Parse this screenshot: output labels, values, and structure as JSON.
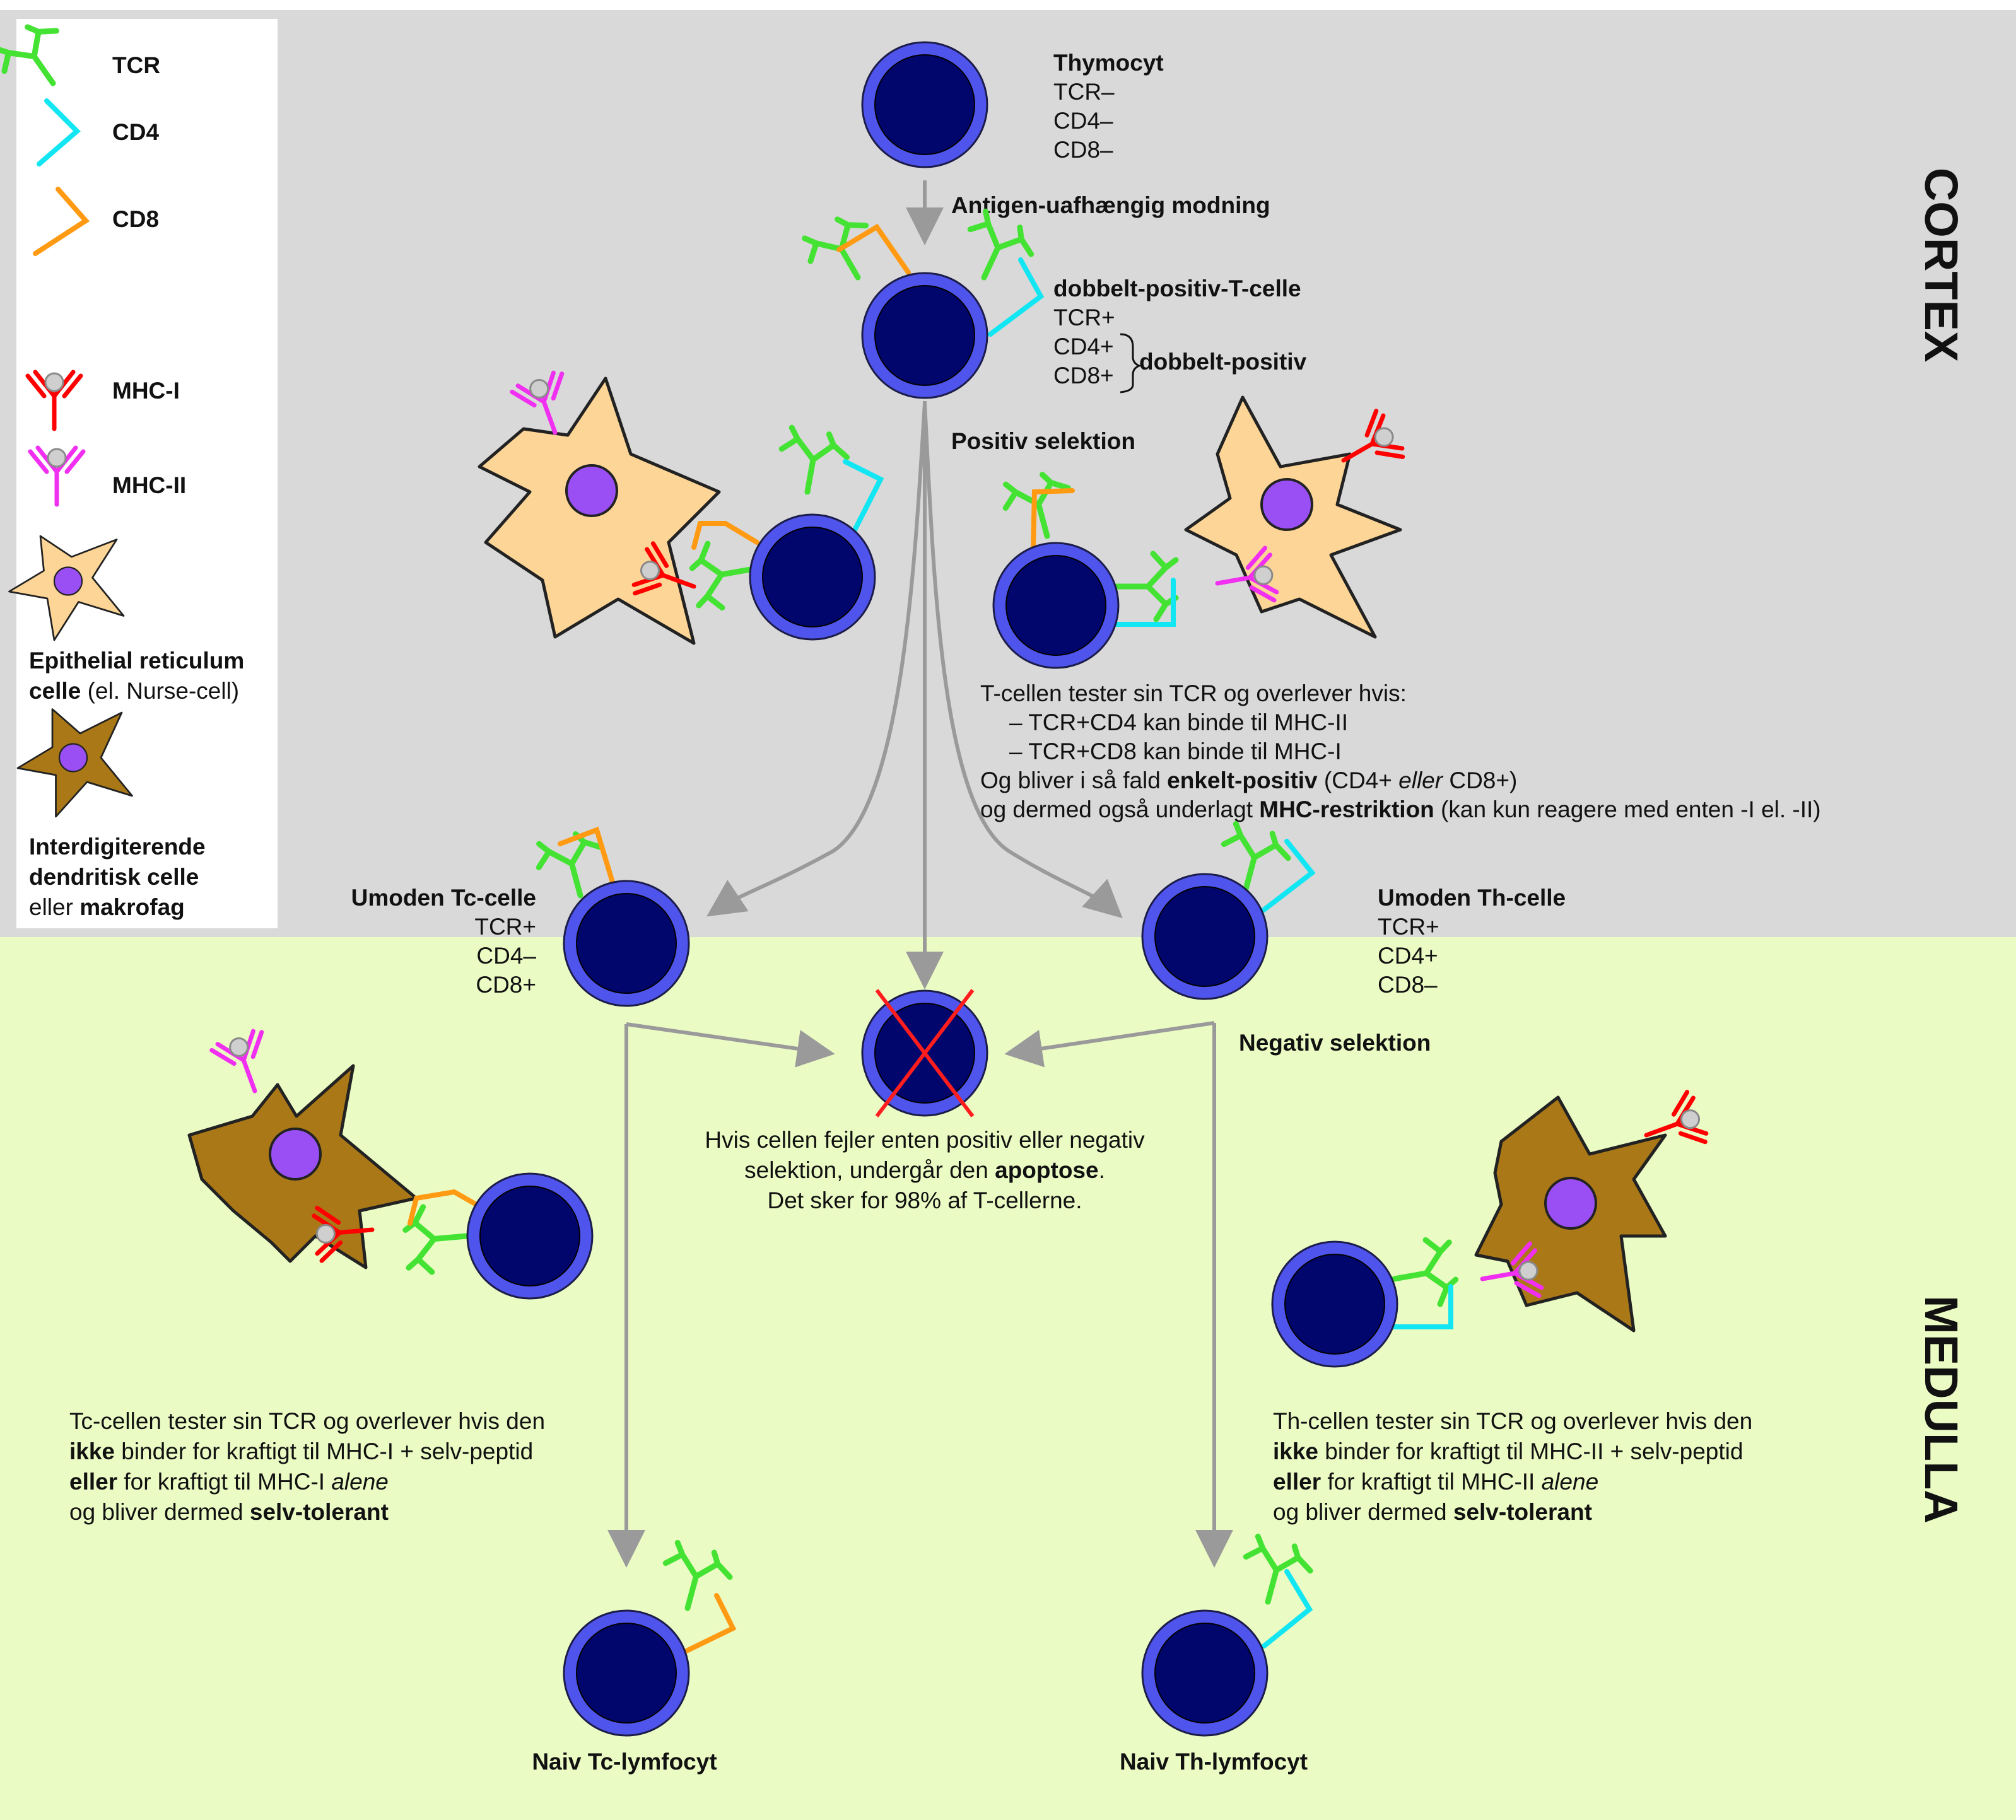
{
  "colors": {
    "cortex_bg": "#d9d9d9",
    "medulla_bg": "#ebfbc4",
    "cell_outer": "#4f55ec",
    "cell_inner": "#00066c",
    "tcr": "#44e333",
    "cd4": "#11e6f2",
    "cd8": "#ff9a12",
    "mhc1": "#ff0000",
    "mhc2": "#f02ff0",
    "epithelial": "#fdd596",
    "dendritic": "#aa7817",
    "nucleus": "#9a4ff5",
    "arrow": "#9a9a9a",
    "x_mark": "#ff1d1d"
  },
  "zones": {
    "cortex": "CORTEX",
    "medulla": "MEDULLA"
  },
  "legend": {
    "tcr": "TCR",
    "cd4": "CD4",
    "cd8": "CD8",
    "mhc1": "MHC-I",
    "mhc2": "MHC-II",
    "epithelial_line1_bold": "Epithelial reticulum",
    "epithelial_line2_bold": "celle",
    "epithelial_line2_rest": " (el. Nurse-cell)",
    "dendritic_line1": "Interdigiterende",
    "dendritic_line2": "dendritisk celle",
    "dendritic_line3_pre": "eller ",
    "dendritic_line3_bold": "makrofag"
  },
  "thymocyte": {
    "title": "Thymocyt",
    "l1": "TCR–",
    "l2": "CD4–",
    "l3": "CD8–"
  },
  "step1": "Antigen-uafhængig modning",
  "double_positive": {
    "title": "dobbelt-positiv-T-celle",
    "l1": "TCR+",
    "l2": "CD4+",
    "l3": "CD8+",
    "brace_label": "dobbelt-positiv"
  },
  "positive_selection": "Positiv selektion",
  "positive_desc": {
    "l1": "T-cellen tester sin TCR og overlever hvis:",
    "l2": "– TCR+CD4 kan binde til MHC-II",
    "l3": "– TCR+CD8 kan binde til MHC-I",
    "l4_pre": "Og bliver i så fald ",
    "l4_bold": "enkelt-positiv",
    "l4_mid": " (CD4+ ",
    "l4_italic": "eller",
    "l4_post": " CD8+)",
    "l5_pre": "og dermed også underlagt ",
    "l5_bold": "MHC-restriktion",
    "l5_post": " (kan kun reagere med enten -I el. -II)"
  },
  "immature_tc": {
    "title": "Umoden Tc-celle",
    "l1": "TCR+",
    "l2": "CD4–",
    "l3": "CD8+"
  },
  "immature_th": {
    "title": "Umoden Th-celle",
    "l1": "TCR+",
    "l2": "CD4+",
    "l3": "CD8–"
  },
  "negative_selection": "Negativ selektion",
  "apoptosis": {
    "l1": "Hvis cellen fejler enten positiv eller negativ",
    "l2_pre": "selektion, undergår den ",
    "l2_bold": "apoptose",
    "l2_post": ".",
    "l3": "Det sker for 98% af T-cellerne."
  },
  "tc_desc": {
    "l1": "Tc-cellen tester sin TCR og overlever hvis den",
    "l2_bold": "ikke",
    "l2_post": " binder for kraftigt til MHC-I + selv-peptid",
    "l3_bold": "eller",
    "l3_mid": " for kraftigt til MHC-I ",
    "l3_italic": "alene",
    "l4_pre": "og bliver dermed ",
    "l4_bold": "selv-tolerant"
  },
  "th_desc": {
    "l1": "Th-cellen tester sin TCR og overlever hvis den",
    "l2_bold": "ikke",
    "l2_post": " binder for kraftigt til MHC-II + selv-peptid",
    "l3_bold": "eller",
    "l3_mid": " for kraftigt til MHC-II ",
    "l3_italic": "alene",
    "l4_pre": "og bliver dermed ",
    "l4_bold": "selv-tolerant"
  },
  "naive_tc": "Naiv Tc-lymfocyt",
  "naive_th": "Naiv Th-lymfocyt"
}
